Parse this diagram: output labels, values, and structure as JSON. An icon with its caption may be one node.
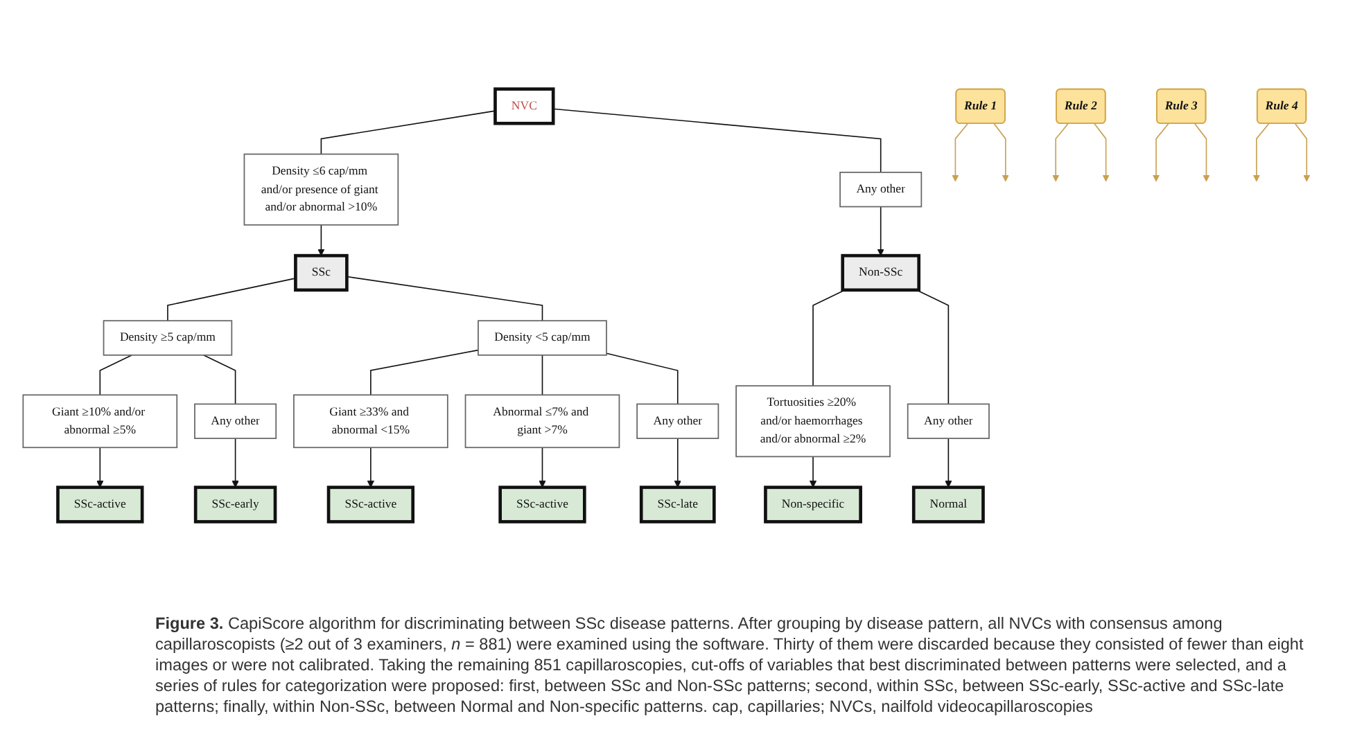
{
  "diagram": {
    "caption": "**Figure 3.** CapiScore algorithm for discriminating between SSc disease patterns. After grouping by disease pattern, all NVCs with consensus among capillaroscopists (≥2 out of 3 examiners, *n* = 881) were examined using the software. Thirty of them were discarded because they consisted of fewer than eight images or were not calibrated. Taking the remaining 851 capillaroscopies, cut-offs of variables that best discriminated between patterns were selected, and a series of rules for categorization were proposed: first, between SSc and Non-SSc patterns; second, within SSc, between SSc-early, SSc-active and SSc-late patterns; finally, within Non-SSc, between Normal and Non-specific patterns. cap, capillaries; NVCs, nailfold videocapillaroscopies",
    "nodes": [
      {
        "text": [
          "NVC"
        ]
      },
      {
        "text": [
          "Density ≤6 cap/mm and/or presence of giant and/or abnormal >10%"
        ]
      },
      {
        "text": [
          "Any other"
        ]
      },
      {
        "text": [
          "SSc"
        ]
      },
      {
        "text": [
          "Rule 1"
        ]
      },
      {
        "text": [
          "Non-SSc"
        ]
      },
      {
        "text": [
          "Density ≥5 cap/mm"
        ]
      },
      {
        "text": [
          "Density <5 cap/mm"
        ]
      },
      {
        "text": [
          "Giant ≥10% and/or abnormal ≥5%"
        ]
      },
      {
        "text": [
          "Any other"
        ]
      },
      {
        "text": [
          "Giant ≥33% and abnormal <15%"
        ]
      },
      {
        "text": [
          "Abnormal ≤7% and giant >7%"
        ]
      },
      {
        "text": [
          "Any other"
        ]
      },
      {
        "text": [
          "Tortuosities ≥20% and/or haemorrhages and/or abnormal ≥2%"
        ]
      },
      {
        "text": [
          "Any other"
        ]
      },
      {
        "text": [
          "SSc-active"
        ]
      },
      {
        "text": [
          "SSc-early"
        ]
      },
      {
        "text": [
          "SSc-active"
        ]
      },
      {
        "text": [
          "SSc-active"
        ]
      },
      {
        "text": [
          "SSc-late"
        ]
      },
      {
        "text": [
          "Non-specific"
        ]
      },
      {
        "text": [
          "Normal"
        ]
      },
      {
        "text": [
          "Rule 2"
        ]
      },
      {
        "text": [
          "Rule 3"
        ]
      },
      {
        "text": [
          "Rule 4"
        ]
      }
    ],
    "edges": [
      {
        "from": 0,
        "to": 1,
        "arrow": "none"
      },
      {
        "from": 0,
        "to": 2,
        "arrow": "none"
      },
      {
        "from": 1,
        "to": 3,
        "arrow": "to"
      },
      {
        "from": 2,
        "to": 5,
        "arrow": "to"
      },
      {
        "from": 4,
        "to": null,
        "arrow": "to",
        "color": "#c8a050"
      },
      {
        "from": 4,
        "to": null,
        "arrow": "to",
        "color": "#c8a050"
      },
      {
        "from": 3,
        "to": 6,
        "arrow": "none"
      },
      {
        "from": 3,
        "to": 7,
        "arrow": "none"
      },
      {
        "from": 5,
        "to": 13,
        "arrow": "none"
      },
      {
        "from": 5,
        "to": 14,
        "arrow": "none"
      },
      {
        "from": 6,
        "to": 8,
        "arrow": "none"
      },
      {
        "from": 6,
        "to": 9,
        "arrow": "none"
      },
      {
        "from": 7,
        "to": 10,
        "arrow": "none"
      },
      {
        "from": 7,
        "to": 11,
        "arrow": "none"
      },
      {
        "from": 7,
        "to": 12,
        "arrow": "none"
      },
      {
        "from": 8,
        "to": 15,
        "arrow": "to"
      },
      {
        "from": 9,
        "to": 16,
        "arrow": "to"
      },
      {
        "from": 10,
        "to": 17,
        "arrow": "to"
      },
      {
        "from": 11,
        "to": 18,
        "arrow": "to"
      },
      {
        "from": 12,
        "to": 19,
        "arrow": "to"
      },
      {
        "from": 13,
        "to": 20,
        "arrow": "to"
      },
      {
        "from": 14,
        "to": 21,
        "arrow": "to"
      },
      {
        "from": 22,
        "to": null,
        "arrow": "to",
        "color": "#c8a050"
      },
      {
        "from": 22,
        "to": null,
        "arrow": "to",
        "color": "#c8a050"
      },
      {
        "from": 23,
        "to": null,
        "arrow": "to",
        "color": "#c8a050"
      },
      {
        "from": 23,
        "to": null,
        "arrow": "to",
        "color": "#c8a050"
      },
      {
        "from": 24,
        "to": null,
        "arrow": "to",
        "color": "#c8a050"
      },
      {
        "from": 24,
        "to": null,
        "arrow": "to",
        "color": "#c8a050"
      }
    ]
  }
}
